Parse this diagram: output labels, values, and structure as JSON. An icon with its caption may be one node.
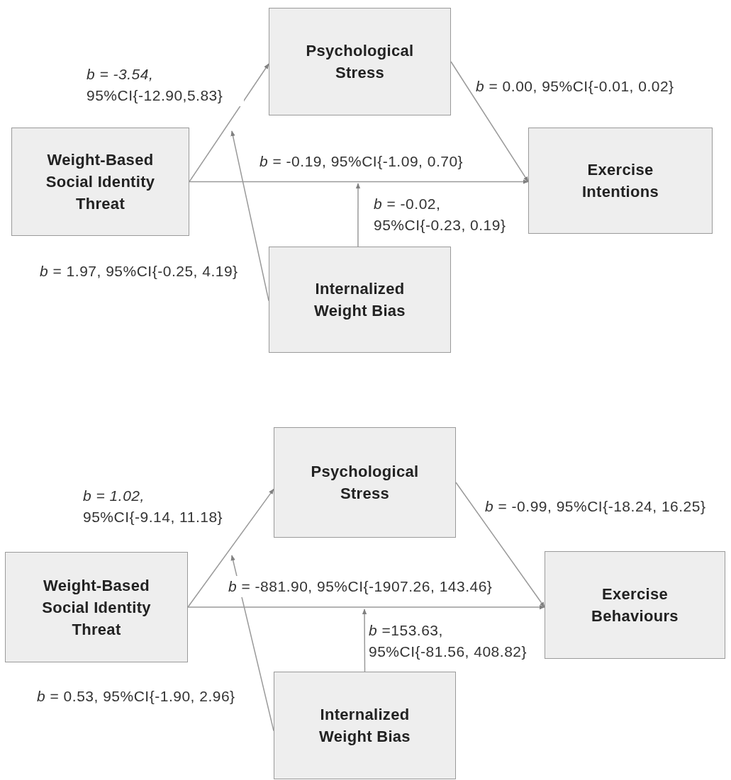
{
  "diagram": {
    "nodes": [
      {
        "text": [
          "Psychological Stress"
        ]
      },
      {
        "text": [
          "Weight-Based Social Identity Threat"
        ]
      },
      {
        "text": [
          "Exercise Intentions"
        ]
      },
      {
        "text": [
          "Internalized Weight Bias"
        ]
      },
      {
        "text": [
          "Psychological Stress"
        ]
      },
      {
        "text": [
          "Weight-Based Social Identity Threat"
        ]
      },
      {
        "text": [
          "Exercise Behaviours"
        ]
      },
      {
        "text": [
          "Internalized Weight Bias"
        ]
      }
    ],
    "edges": [
      {
        "from": 1,
        "to": 0,
        "arrow": "to",
        "label": "*b = -3.54,* 95%CI{-12.90,5.83}"
      },
      {
        "from": 0,
        "to": 2,
        "arrow": "to",
        "label": "*b* = 0.00, 95%CI{-0.01, 0.02}"
      },
      {
        "from": 1,
        "to": 2,
        "arrow": "to",
        "label": "*b* = -0.19, 95%CI{-1.09, 0.70}"
      },
      {
        "from": 3,
        "to": null,
        "arrow": "to",
        "label": "*b* = -0.02, 95%CI{-0.23, 0.19}"
      },
      {
        "from": 3,
        "to": null,
        "arrow": "to",
        "label": "*b* = 1.97, 95%CI{-0.25, 4.19}"
      },
      {
        "from": 5,
        "to": 4,
        "arrow": "to",
        "label": "*b = 1.02,* 95%CI{-9.14, 11.18}"
      },
      {
        "from": 4,
        "to": 6,
        "arrow": "to",
        "label": "*b* = -0.99, 95%CI{-18.24, 16.25}"
      },
      {
        "from": 5,
        "to": 6,
        "arrow": "to",
        "label": "*b* = -881.90, 95%CI{-1907.26, 143.46}"
      },
      {
        "from": 7,
        "to": null,
        "arrow": "to",
        "label": "*b* =153.63, 95%CI{-81.56, 408.82}"
      },
      {
        "from": 7,
        "to": null,
        "arrow": "to",
        "label": "*b* = 0.53, 95%CI{-1.90, 2.96}"
      }
    ]
  }
}
